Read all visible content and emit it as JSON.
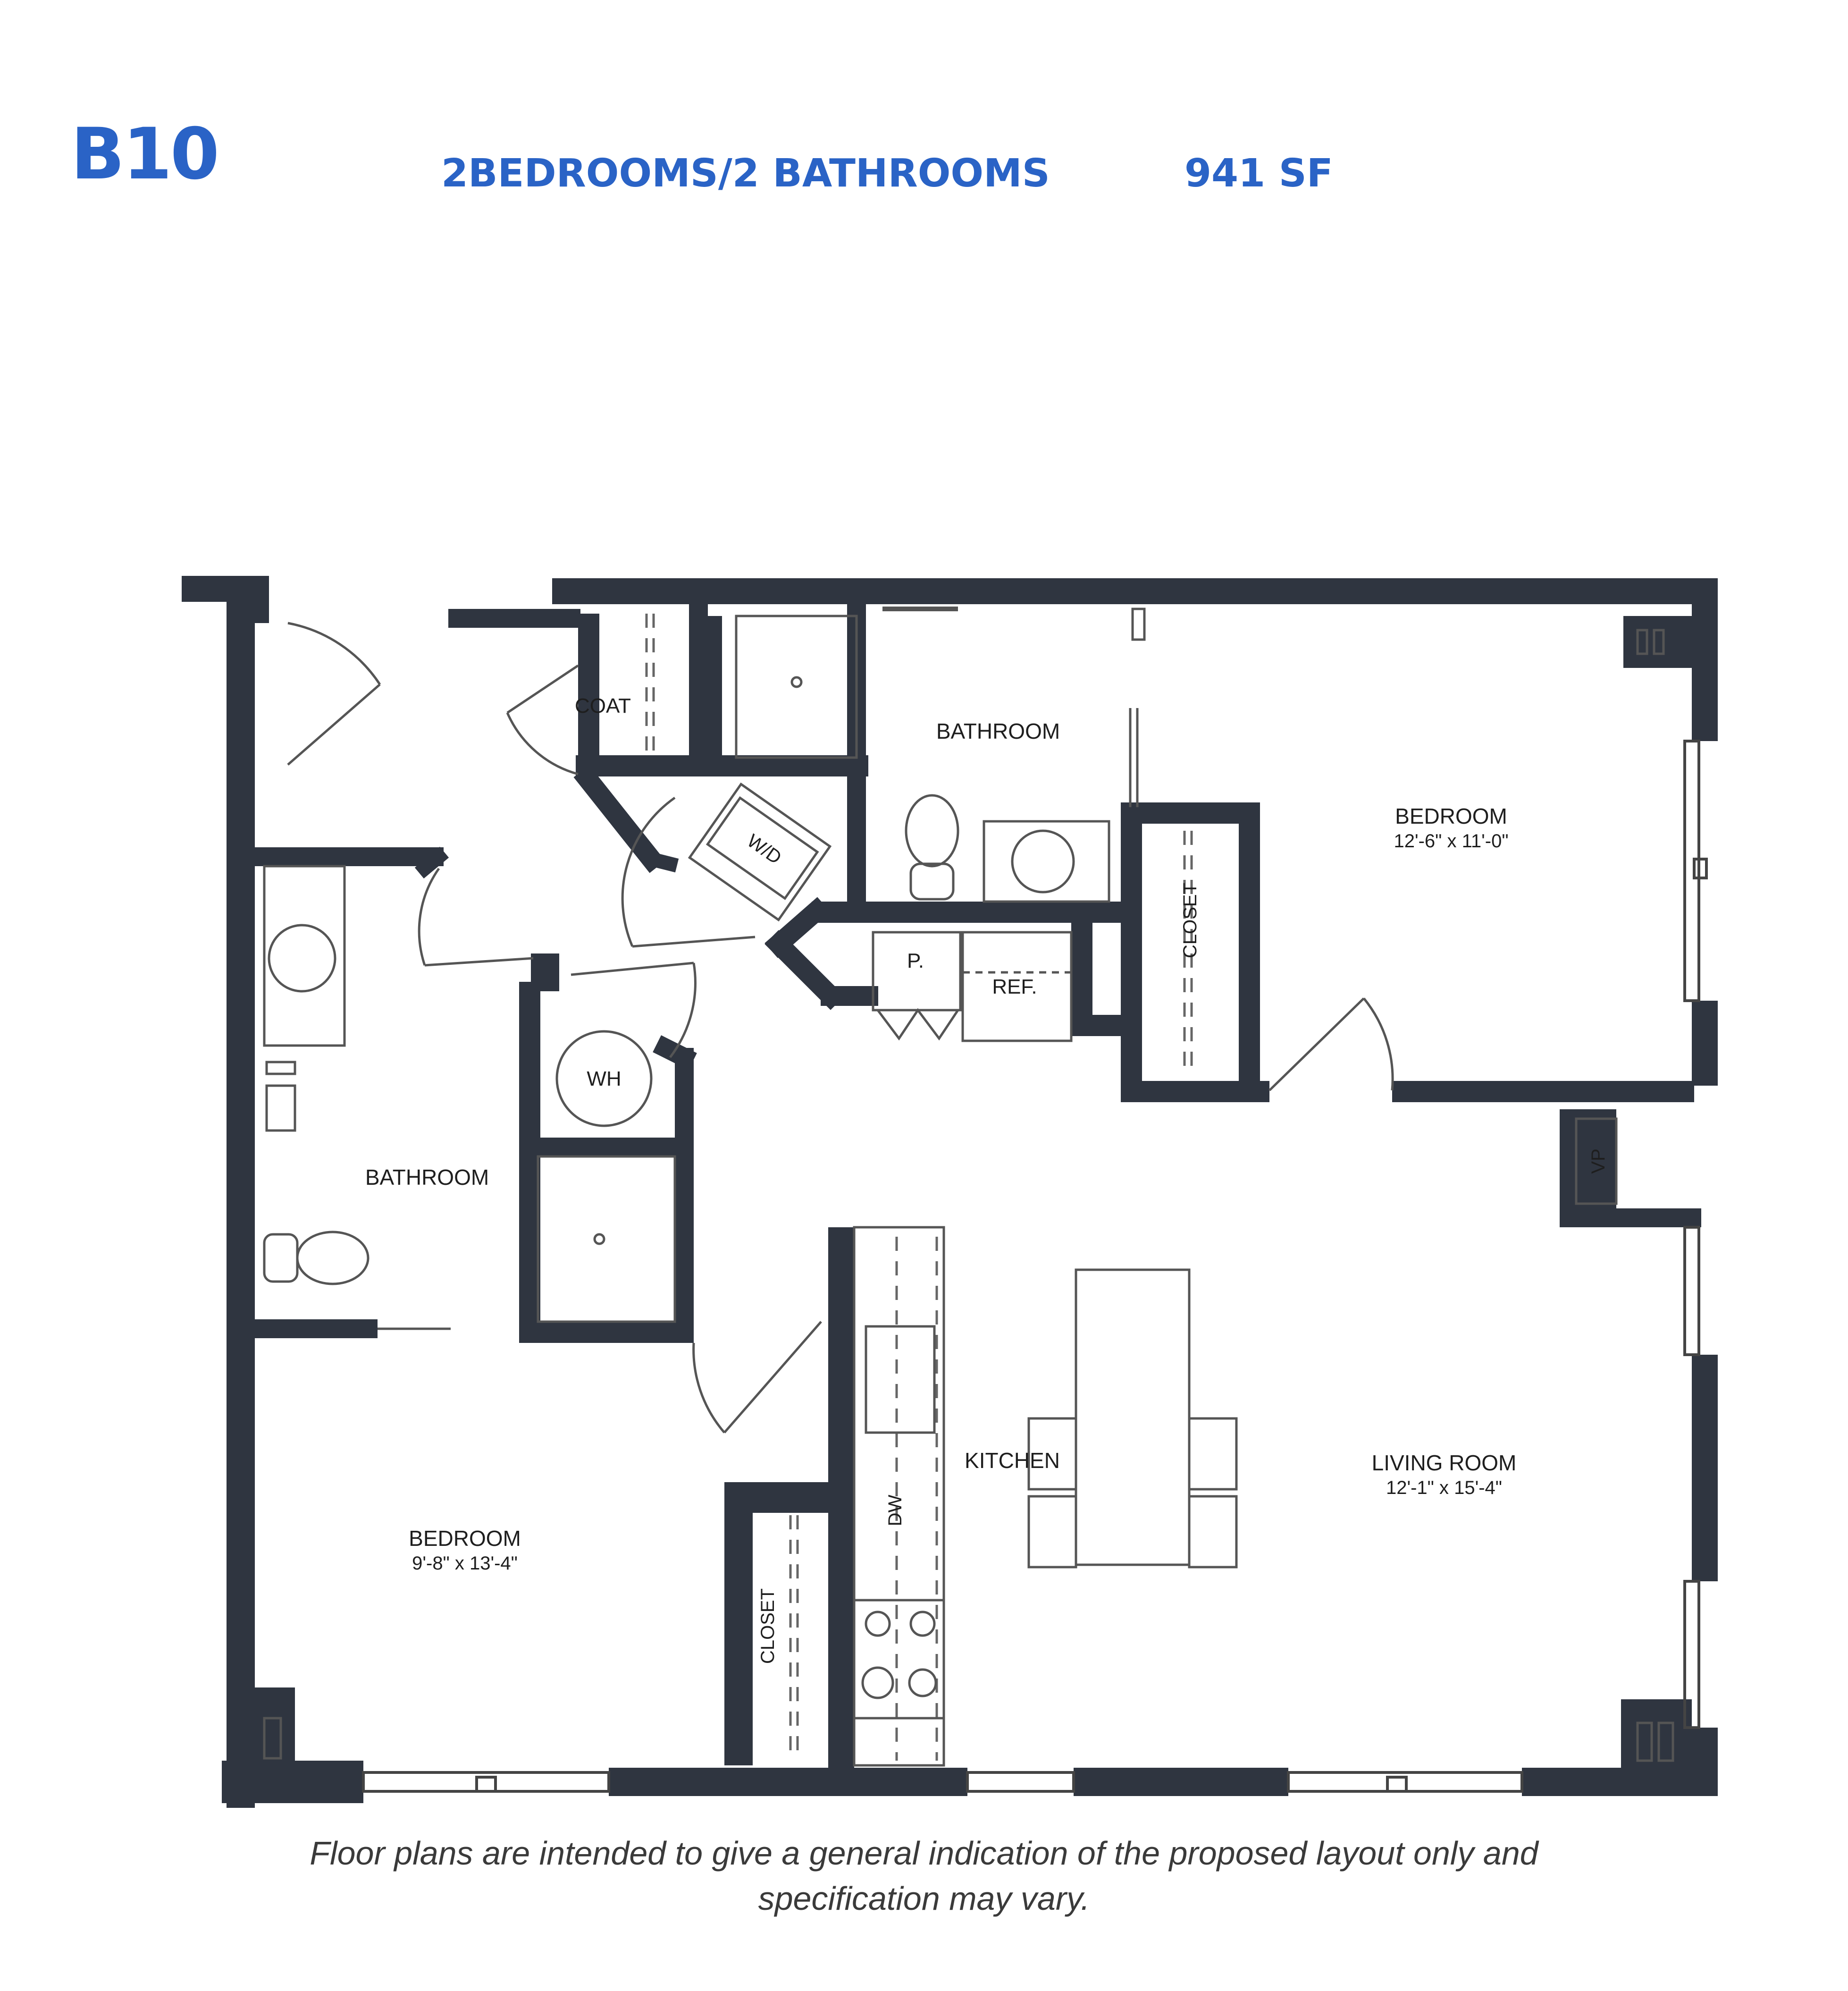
{
  "header": {
    "unit_code": "B10",
    "bed_bath": "2BEDROOMS/2 BATHROOMS",
    "area": "941 SF"
  },
  "rooms": {
    "coat": "COAT",
    "bathroom_top": "BATHROOM",
    "wd": "W/D",
    "bedroom_right": "BEDROOM",
    "bedroom_right_dims": "12'-6\" x 11'-0\"",
    "closet_right": "CLOSET",
    "pantry": "P.",
    "ref": "REF.",
    "wh": "WH",
    "bathroom_left": "BATHROOM",
    "vp": "VP",
    "kitchen": "KITCHEN",
    "dw": "DW",
    "living_room": "LIVING ROOM",
    "living_room_dims": "12'-1\" x 15'-4\"",
    "bedroom_left": "BEDROOM",
    "bedroom_left_dims": "9'-8\" x 13'-4\"",
    "closet_left": "CLOSET"
  },
  "caption": {
    "line1": "Floor plans are intended to give a general indication of the proposed layout only and",
    "line2": "specification may vary."
  },
  "colors": {
    "heading": "#2a63c6",
    "wall": "#2f3540",
    "fixture_line": "#555555"
  }
}
